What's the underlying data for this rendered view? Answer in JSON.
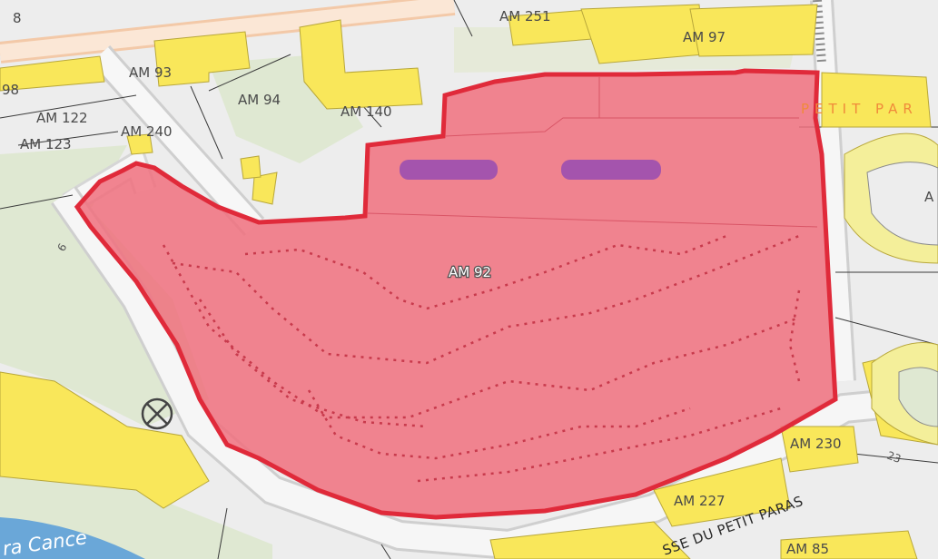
{
  "map": {
    "highlighted_parcel": {
      "label": "AM 92",
      "fill_color": "#f0707e",
      "border_color": "#e02a3a",
      "marker_color": "#9b4fb0"
    },
    "parcel_labels": {
      "am8": "8",
      "am251": "AM 251",
      "am97": "AM 97",
      "am93": "AM 93",
      "am98": "98",
      "am94": "AM 94",
      "am140": "AM 140",
      "am122": "AM 122",
      "am240": "AM 240",
      "am123": "AM 123",
      "am230": "AM 230",
      "am227": "AM 227",
      "am85": "AM 85",
      "num6": "6",
      "num23": "23",
      "edge_a": "A"
    },
    "street_labels": {
      "petit_paras_top": "PETIT PAR",
      "petit_paras_bottom": "SSE DU PETIT PARAS",
      "water": "ra Cance"
    },
    "colors": {
      "building": "#f9e75a",
      "green": "#dfe8d2",
      "background": "#ededed",
      "water": "#6aa7d8"
    },
    "icons": [
      "crossed-circle-icon"
    ]
  }
}
